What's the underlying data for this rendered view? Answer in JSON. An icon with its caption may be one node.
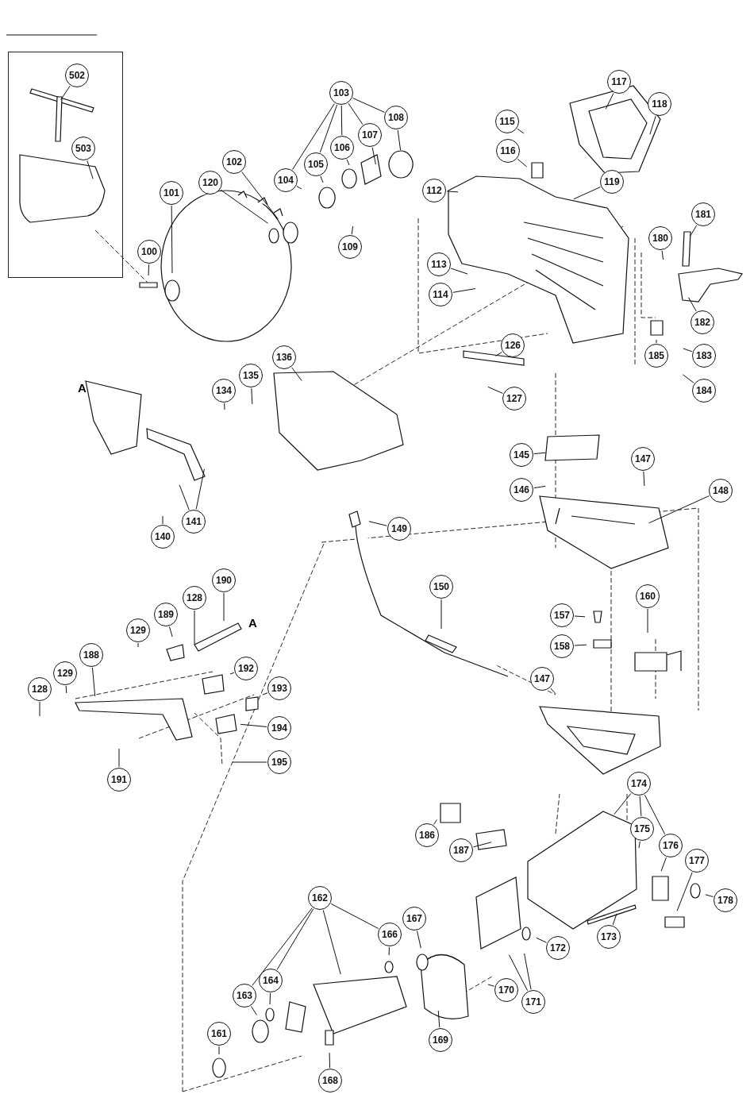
{
  "diagram": {
    "nodes": [
      {
        "text": [],
        "shape": "box"
      },
      {
        "text": [
          "502"
        ],
        "in": 0
      },
      {
        "text": [
          "503"
        ],
        "in": 0
      },
      {
        "text": [
          "117"
        ]
      },
      {
        "text": [
          "103"
        ]
      },
      {
        "text": [
          "118"
        ]
      },
      {
        "text": [
          "108"
        ]
      },
      {
        "text": [
          "115"
        ]
      },
      {
        "text": [
          "107"
        ]
      },
      {
        "text": [
          "106"
        ]
      },
      {
        "text": [
          "116"
        ]
      },
      {
        "text": [
          "102"
        ]
      },
      {
        "text": [
          "105"
        ]
      },
      {
        "text": [
          "104"
        ]
      },
      {
        "text": [
          "119"
        ]
      },
      {
        "text": [
          "120"
        ]
      },
      {
        "text": [
          "112"
        ]
      },
      {
        "text": [
          "101"
        ]
      },
      {
        "text": [
          "181"
        ]
      },
      {
        "text": [
          "180"
        ]
      },
      {
        "text": [
          "109"
        ]
      },
      {
        "text": [
          "100"
        ]
      },
      {
        "text": [
          "113"
        ]
      },
      {
        "text": [
          "114"
        ]
      },
      {
        "text": [
          "182"
        ]
      },
      {
        "text": [
          "126"
        ]
      },
      {
        "text": [
          "185"
        ]
      },
      {
        "text": [
          "183"
        ]
      },
      {
        "text": [
          "136"
        ]
      },
      {
        "text": [
          "135"
        ]
      },
      {
        "text": [
          "134"
        ]
      },
      {
        "text": [
          "184"
        ]
      },
      {
        "text": [
          "127"
        ]
      },
      {
        "text": [
          "145"
        ]
      },
      {
        "text": [
          "147"
        ]
      },
      {
        "text": [
          "146"
        ]
      },
      {
        "text": [
          "148"
        ]
      },
      {
        "text": [
          "141"
        ]
      },
      {
        "text": [
          "149"
        ]
      },
      {
        "text": [
          "140"
        ]
      },
      {
        "text": [
          "190"
        ]
      },
      {
        "text": [
          "150"
        ]
      },
      {
        "text": [
          "160"
        ]
      },
      {
        "text": [
          "128"
        ]
      },
      {
        "text": [
          "189"
        ]
      },
      {
        "text": [
          "157"
        ]
      },
      {
        "text": [
          "129"
        ]
      },
      {
        "text": [
          "158"
        ]
      },
      {
        "text": [
          "188"
        ]
      },
      {
        "text": [
          "192"
        ]
      },
      {
        "text": [
          "129"
        ]
      },
      {
        "text": [
          "147"
        ]
      },
      {
        "text": [
          "193"
        ]
      },
      {
        "text": [
          "128"
        ]
      },
      {
        "text": [
          "194"
        ]
      },
      {
        "text": [
          "195"
        ]
      },
      {
        "text": [
          "191"
        ]
      },
      {
        "text": [
          "174"
        ]
      },
      {
        "text": [
          "175"
        ]
      },
      {
        "text": [
          "186"
        ]
      },
      {
        "text": [
          "176"
        ]
      },
      {
        "text": [
          "187"
        ]
      },
      {
        "text": [
          "177"
        ]
      },
      {
        "text": [
          "162"
        ]
      },
      {
        "text": [
          "178"
        ]
      },
      {
        "text": [
          "167"
        ]
      },
      {
        "text": [
          "166"
        ]
      },
      {
        "text": [
          "173"
        ]
      },
      {
        "text": [
          "172"
        ]
      },
      {
        "text": [
          "164"
        ]
      },
      {
        "text": [
          "170"
        ]
      },
      {
        "text": [
          "163"
        ]
      },
      {
        "text": [
          "171"
        ]
      },
      {
        "text": [
          "161"
        ]
      },
      {
        "text": [
          "169"
        ]
      },
      {
        "text": [
          "168"
        ]
      }
    ],
    "edges": [
      {
        "from": 1,
        "to": null,
        "arrow": "none"
      },
      {
        "from": 2,
        "to": null,
        "arrow": "none"
      },
      {
        "from": 3,
        "to": null,
        "arrow": "none"
      },
      {
        "from": 4,
        "to": 13,
        "arrow": "none"
      },
      {
        "from": 4,
        "to": 12,
        "arrow": "none"
      },
      {
        "from": 4,
        "to": 9,
        "arrow": "none"
      },
      {
        "from": 4,
        "to": 8,
        "arrow": "none"
      },
      {
        "from": 4,
        "to": 6,
        "arrow": "none"
      },
      {
        "from": 5,
        "to": null,
        "arrow": "none"
      },
      {
        "from": 6,
        "to": null,
        "arrow": "none"
      },
      {
        "from": 7,
        "to": null,
        "arrow": "none"
      },
      {
        "from": 8,
        "to": null,
        "arrow": "none"
      },
      {
        "from": 9,
        "to": null,
        "arrow": "none"
      },
      {
        "from": 10,
        "to": null,
        "arrow": "none"
      },
      {
        "from": 11,
        "to": null,
        "arrow": "none"
      },
      {
        "from": 12,
        "to": null,
        "arrow": "none"
      },
      {
        "from": 13,
        "to": null,
        "arrow": "none"
      },
      {
        "from": 14,
        "to": null,
        "arrow": "none"
      },
      {
        "from": 15,
        "to": null,
        "arrow": "none"
      },
      {
        "from": 16,
        "to": null,
        "arrow": "none"
      },
      {
        "from": 17,
        "to": null,
        "arrow": "none"
      },
      {
        "from": 18,
        "to": null,
        "arrow": "none"
      },
      {
        "from": 19,
        "to": null,
        "arrow": "none"
      },
      {
        "from": 20,
        "to": null,
        "arrow": "none"
      },
      {
        "from": 21,
        "to": null,
        "arrow": "none"
      },
      {
        "from": 22,
        "to": null,
        "arrow": "none"
      },
      {
        "from": 23,
        "to": null,
        "arrow": "none"
      },
      {
        "from": 24,
        "to": null,
        "arrow": "none"
      },
      {
        "from": 25,
        "to": null,
        "arrow": "none"
      },
      {
        "from": 26,
        "to": null,
        "arrow": "none"
      },
      {
        "from": 27,
        "to": null,
        "arrow": "none"
      },
      {
        "from": 28,
        "to": null,
        "arrow": "none"
      },
      {
        "from": 29,
        "to": null,
        "arrow": "none"
      },
      {
        "from": 30,
        "to": null,
        "arrow": "none"
      },
      {
        "from": 31,
        "to": null,
        "arrow": "none"
      },
      {
        "from": 32,
        "to": null,
        "arrow": "none"
      },
      {
        "from": 33,
        "to": null,
        "arrow": "none"
      },
      {
        "from": 34,
        "to": null,
        "arrow": "none"
      },
      {
        "from": 35,
        "to": null,
        "arrow": "none"
      },
      {
        "from": 36,
        "to": null,
        "arrow": "none"
      },
      {
        "from": 37,
        "to": null,
        "arrow": "none"
      },
      {
        "from": 37,
        "to": null,
        "arrow": "none"
      },
      {
        "from": 38,
        "to": null,
        "arrow": "none"
      },
      {
        "from": 39,
        "to": null,
        "arrow": "none"
      },
      {
        "from": 40,
        "to": null,
        "arrow": "none"
      },
      {
        "from": 41,
        "to": null,
        "arrow": "none"
      },
      {
        "from": 42,
        "to": null,
        "arrow": "none"
      },
      {
        "from": 43,
        "to": null,
        "arrow": "none"
      },
      {
        "from": 44,
        "to": null,
        "arrow": "none"
      },
      {
        "from": 45,
        "to": null,
        "arrow": "none"
      },
      {
        "from": 46,
        "to": null,
        "arrow": "none"
      },
      {
        "from": 47,
        "to": null,
        "arrow": "none"
      },
      {
        "from": 48,
        "to": null,
        "arrow": "none"
      },
      {
        "from": 49,
        "to": null,
        "arrow": "none"
      },
      {
        "from": 50,
        "to": null,
        "arrow": "none"
      },
      {
        "from": 51,
        "to": null,
        "arrow": "none"
      },
      {
        "from": 52,
        "to": null,
        "arrow": "none"
      },
      {
        "from": 53,
        "to": null,
        "arrow": "none"
      },
      {
        "from": 54,
        "to": null,
        "arrow": "none"
      },
      {
        "from": 55,
        "to": null,
        "arrow": "none"
      },
      {
        "from": 56,
        "to": null,
        "arrow": "none"
      },
      {
        "from": 57,
        "to": null,
        "arrow": "none"
      },
      {
        "from": 57,
        "to": 58,
        "arrow": "none"
      },
      {
        "from": 57,
        "to": 60,
        "arrow": "none"
      },
      {
        "from": 58,
        "to": null,
        "arrow": "none"
      },
      {
        "from": 59,
        "to": null,
        "arrow": "none"
      },
      {
        "from": 60,
        "to": null,
        "arrow": "none"
      },
      {
        "from": 61,
        "to": null,
        "arrow": "none"
      },
      {
        "from": 62,
        "to": null,
        "arrow": "none"
      },
      {
        "from": 63,
        "to": null,
        "arrow": "none"
      },
      {
        "from": 63,
        "to": 66,
        "arrow": "none"
      },
      {
        "from": 63,
        "to": 69,
        "arrow": "none"
      },
      {
        "from": 63,
        "to": 71,
        "arrow": "none"
      },
      {
        "from": 64,
        "to": null,
        "arrow": "none"
      },
      {
        "from": 65,
        "to": null,
        "arrow": "none"
      },
      {
        "from": 66,
        "to": null,
        "arrow": "none"
      },
      {
        "from": 67,
        "to": null,
        "arrow": "none"
      },
      {
        "from": 68,
        "to": null,
        "arrow": "none"
      },
      {
        "from": 69,
        "to": null,
        "arrow": "none"
      },
      {
        "from": 70,
        "to": null,
        "arrow": "none"
      },
      {
        "from": 71,
        "to": null,
        "arrow": "none"
      },
      {
        "from": 72,
        "to": null,
        "arrow": "none"
      },
      {
        "from": 72,
        "to": null,
        "arrow": "none"
      },
      {
        "from": 73,
        "to": null,
        "arrow": "none"
      },
      {
        "from": 74,
        "to": null,
        "arrow": "none"
      },
      {
        "from": 75,
        "to": null,
        "arrow": "none"
      }
    ],
    "labels": [
      "A",
      "A"
    ]
  }
}
